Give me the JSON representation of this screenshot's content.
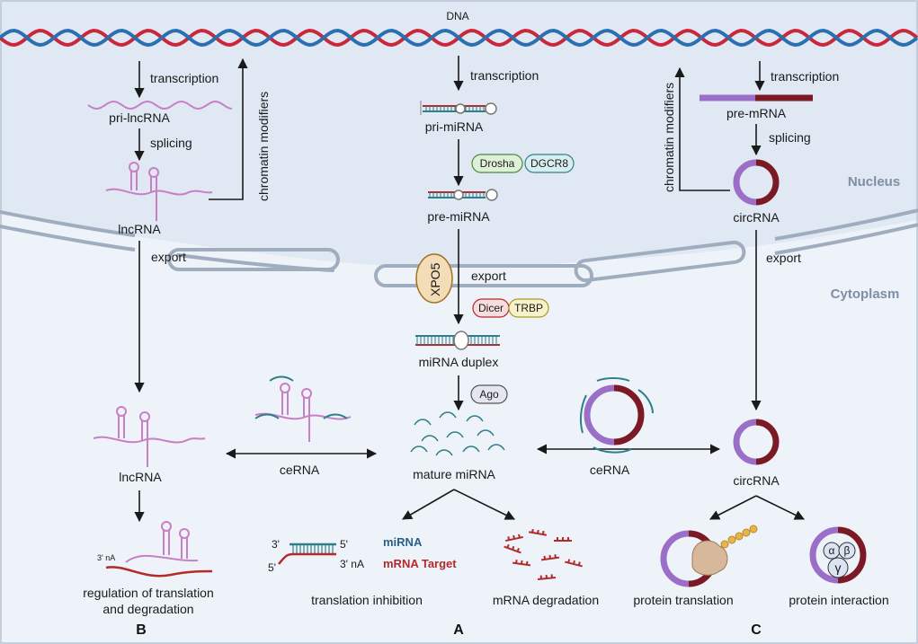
{
  "labels": {
    "dna": "DNA",
    "nucleus": "Nucleus",
    "cytoplasm": "Cytoplasm",
    "transcription_b": "transcription",
    "transcription_a": "transcription",
    "transcription_c": "transcription",
    "pri_lncrna": "pri-lncRNA",
    "splicing_b": "splicing",
    "lncrna_nucleus": "lncRNA",
    "chromatin_modifiers_b": "chromatin modifiers",
    "export_b": "export",
    "lncrna_cyto": "lncRNA",
    "regulation_line1": "regulation of translation",
    "regulation_line2": "and degradation",
    "three_prime_na_small": "3' nA",
    "pri_mirna": "pri-miRNA",
    "drosha": "Drosha",
    "dgcr8": "DGCR8",
    "pre_mirna": "pre-miRNA",
    "xpo5": "XPO5",
    "export_a": "export",
    "dicer": "Dicer",
    "trbp": "TRBP",
    "mirna_duplex": "miRNA duplex",
    "ago": "Ago",
    "mature_mirna": "mature miRNA",
    "cerna_left": "ceRNA",
    "cerna_right": "ceRNA",
    "three_prime_top": "3'",
    "five_prime_top": "5'",
    "five_prime_bottom": "5'",
    "three_prime_na": "3' nA",
    "mirna_legend": "miRNA",
    "mrna_target_legend": "mRNA Target",
    "translation_inhibition": "translation inhibition",
    "mrna_degradation": "mRNA degradation",
    "pre_mrna": "pre-mRNA",
    "splicing_c": "splicing",
    "chromatin_modifiers_c": "chromatin modifiers",
    "circrna_nucleus": "circRNA",
    "export_c": "export",
    "circrna_cyto": "circRNA",
    "protein_translation": "protein translation",
    "protein_interaction": "protein interaction",
    "alpha": "α",
    "beta": "β",
    "gamma": "γ",
    "panel_a": "A",
    "panel_b": "B",
    "panel_c": "C"
  },
  "colors": {
    "nucleus_bg": "#dfe8f3",
    "cytoplasm_bg": "#eef3f9",
    "membrane": "#aab5c3",
    "dna_red": "#c8283a",
    "dna_blue": "#2a6fb0",
    "lncrna": "#c97fc4",
    "mirna_teal": "#2f7f8a",
    "mrna_red": "#b22a2a",
    "circ_purple": "#9b6fc7",
    "circ_darkred": "#7b1a24",
    "drosha_fill": "#dff0d8",
    "dgcr8_fill": "#d9efef",
    "dicer_fill": "#f6dede",
    "trbp_fill": "#f7f2c9",
    "xpo5_fill": "#f3ddb8",
    "ago_fill": "#e6e6f2"
  }
}
